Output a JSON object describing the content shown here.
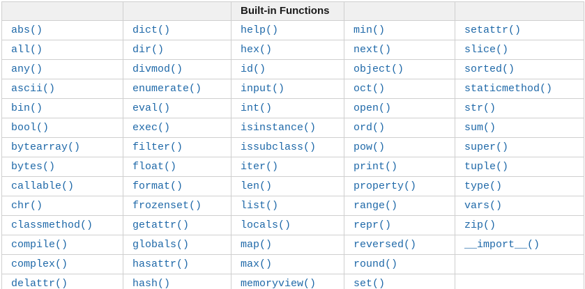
{
  "table": {
    "header_label": "Built-in Functions",
    "columns": [
      [
        "abs()",
        "all()",
        "any()",
        "ascii()",
        "bin()",
        "bool()",
        "bytearray()",
        "bytes()",
        "callable()",
        "chr()",
        "classmethod()",
        "compile()",
        "complex()",
        "delattr()"
      ],
      [
        "dict()",
        "dir()",
        "divmod()",
        "enumerate()",
        "eval()",
        "exec()",
        "filter()",
        "float()",
        "format()",
        "frozenset()",
        "getattr()",
        "globals()",
        "hasattr()",
        "hash()"
      ],
      [
        "help()",
        "hex()",
        "id()",
        "input()",
        "int()",
        "isinstance()",
        "issubclass()",
        "iter()",
        "len()",
        "list()",
        "locals()",
        "map()",
        "max()",
        "memoryview()"
      ],
      [
        "min()",
        "next()",
        "object()",
        "oct()",
        "open()",
        "ord()",
        "pow()",
        "print()",
        "property()",
        "range()",
        "repr()",
        "reversed()",
        "round()",
        "set()"
      ],
      [
        "setattr()",
        "slice()",
        "sorted()",
        "staticmethod()",
        "str()",
        "sum()",
        "super()",
        "tuple()",
        "type()",
        "vars()",
        "zip()",
        "__import__()",
        "",
        ""
      ]
    ]
  },
  "colors": {
    "link_blue": "#1e68a8",
    "border_gray": "#cfcfcf",
    "header_background": "#f0f0f0",
    "header_text": "#1a1a1a",
    "row_background": "#ffffff"
  }
}
